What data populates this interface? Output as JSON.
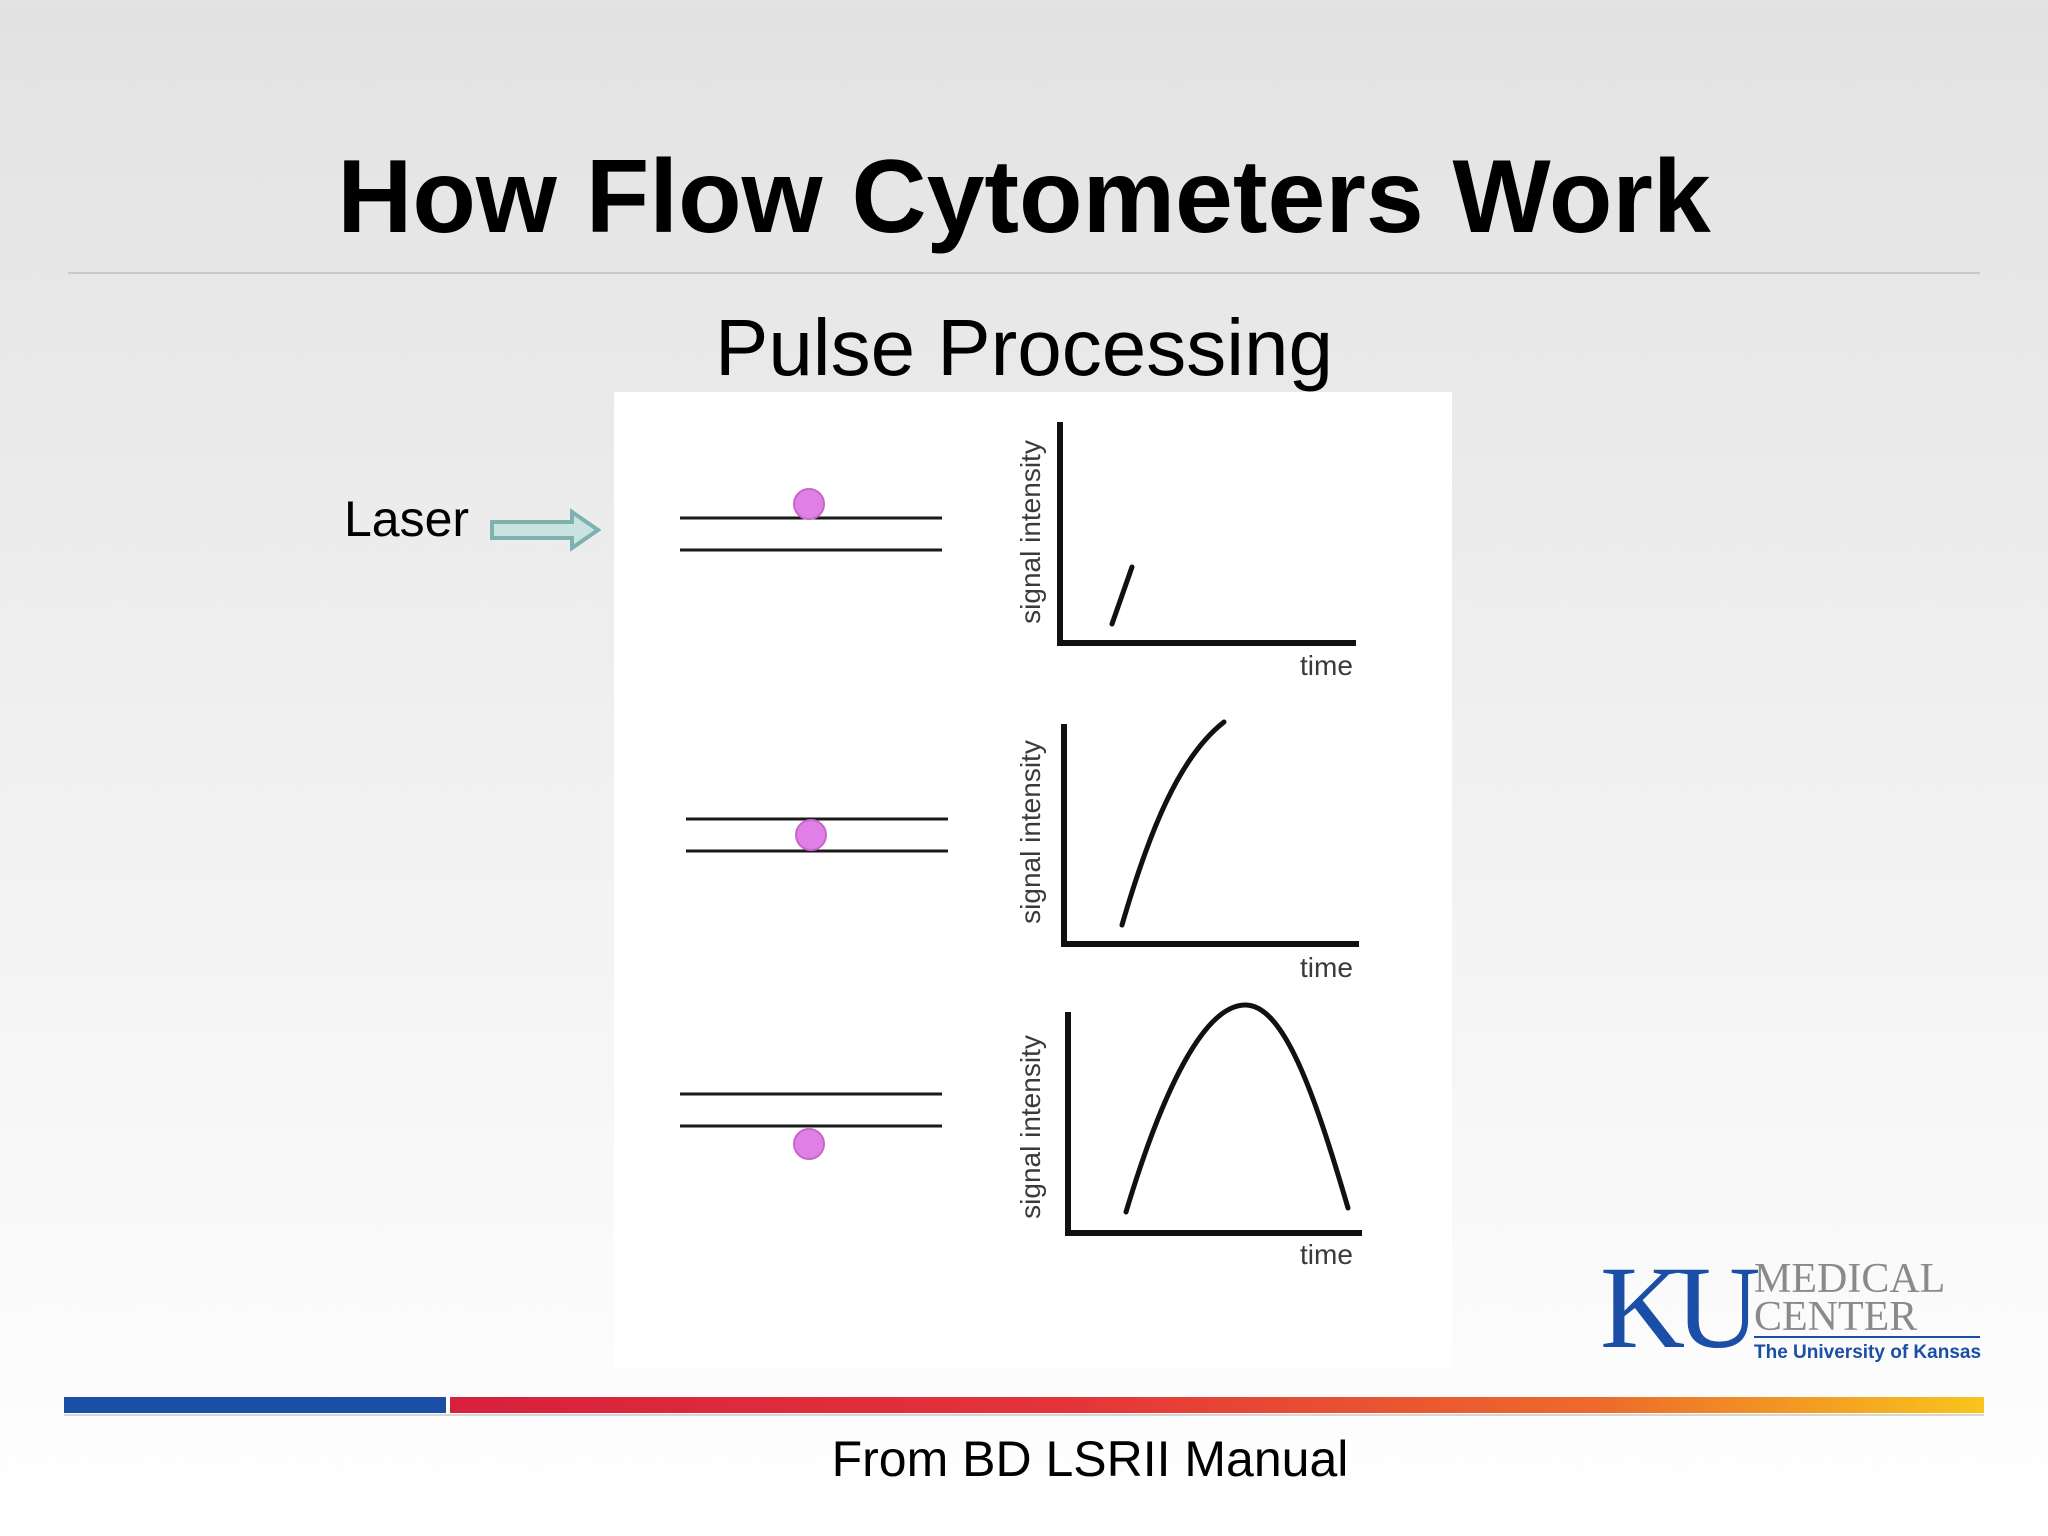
{
  "slide": {
    "title": "How Flow Cytometers Work",
    "subtitle": "Pulse Processing",
    "laser_label": "Laser",
    "source": "From BD LSRII Manual"
  },
  "diagram": {
    "panels": [
      {
        "position": "cell entering laser beam",
        "ylabel": "signal intensity",
        "xlabel": "time",
        "pulse": "rising edge"
      },
      {
        "position": "cell in center of laser beam",
        "ylabel": "signal intensity",
        "xlabel": "time",
        "pulse": "half rise"
      },
      {
        "position": "cell leaving laser beam",
        "ylabel": "signal intensity",
        "xlabel": "time",
        "pulse": "full pulse"
      }
    ],
    "colors": {
      "cell": "#e07fe6",
      "arrow_fill": "#c9e3e1",
      "arrow_stroke": "#7fb2ae",
      "lines": "#1a1a1a"
    }
  },
  "logo": {
    "letters": "KU",
    "line1": "MEDICAL",
    "line2": "CENTER",
    "tagline": "The University of Kansas",
    "colors": {
      "blue": "#1b4ea6",
      "gray": "#8a8a8a"
    }
  },
  "footer": {
    "bar_colors": [
      "#1b4ea6",
      "#d7213d",
      "#ec6b2c",
      "#f7c51c"
    ]
  }
}
